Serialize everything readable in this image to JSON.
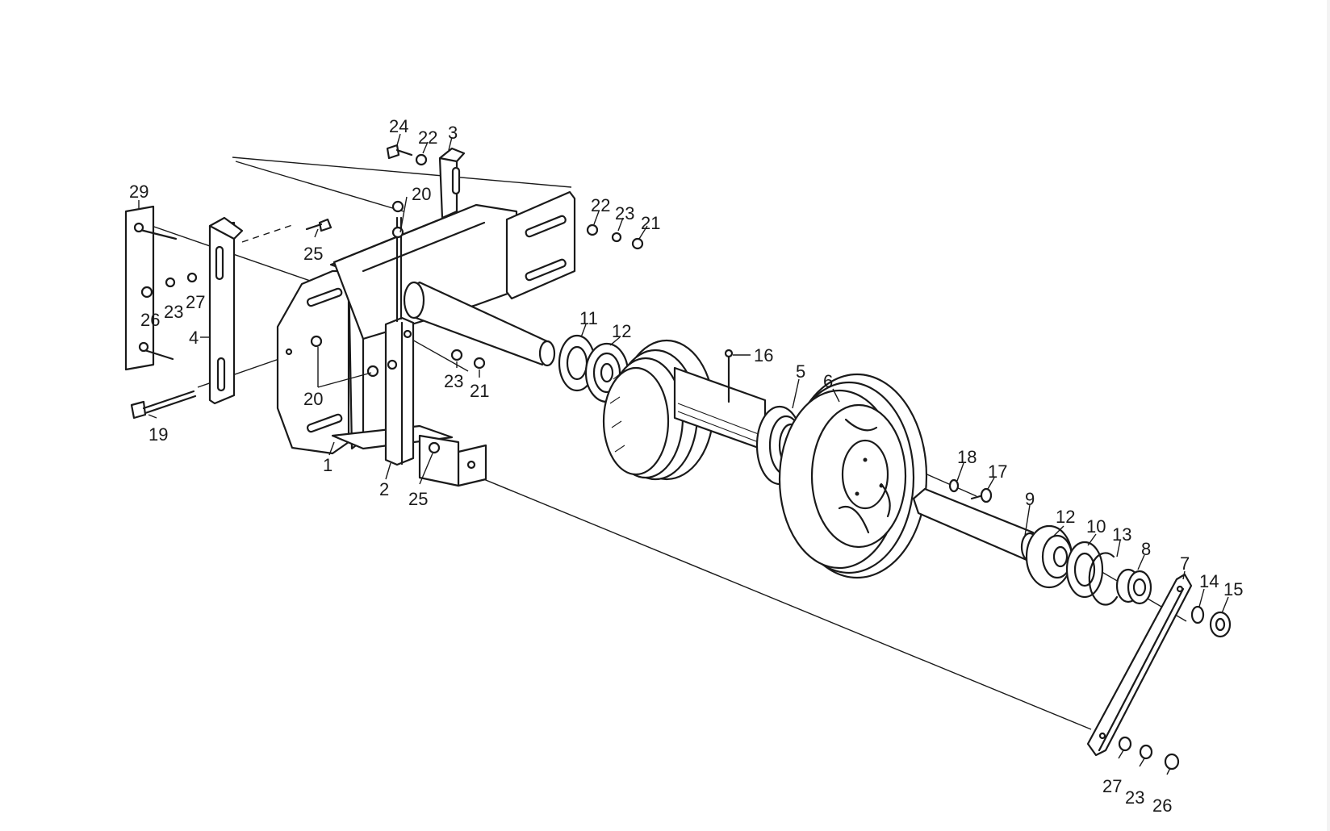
{
  "callouts": [
    {
      "id": "c-29",
      "num": "29"
    },
    {
      "id": "c-24",
      "num": "24"
    },
    {
      "id": "c-22a",
      "num": "22"
    },
    {
      "id": "c-3",
      "num": "3"
    },
    {
      "id": "c-20a",
      "num": "20"
    },
    {
      "id": "c-22b",
      "num": "22"
    },
    {
      "id": "c-23a",
      "num": "23"
    },
    {
      "id": "c-21a",
      "num": "21"
    },
    {
      "id": "c-25a",
      "num": "25"
    },
    {
      "id": "c-26a",
      "num": "26"
    },
    {
      "id": "c-23b",
      "num": "23"
    },
    {
      "id": "c-27a",
      "num": "27"
    },
    {
      "id": "c-4",
      "num": "4"
    },
    {
      "id": "c-20b",
      "num": "20"
    },
    {
      "id": "c-19",
      "num": "19"
    },
    {
      "id": "c-1",
      "num": "1"
    },
    {
      "id": "c-2",
      "num": "2"
    },
    {
      "id": "c-25b",
      "num": "25"
    },
    {
      "id": "c-23c",
      "num": "23"
    },
    {
      "id": "c-21b",
      "num": "21"
    },
    {
      "id": "c-11",
      "num": "11"
    },
    {
      "id": "c-12a",
      "num": "12"
    },
    {
      "id": "c-16",
      "num": "16"
    },
    {
      "id": "c-5",
      "num": "5"
    },
    {
      "id": "c-6",
      "num": "6"
    },
    {
      "id": "c-18",
      "num": "18"
    },
    {
      "id": "c-17",
      "num": "17"
    },
    {
      "id": "c-9",
      "num": "9"
    },
    {
      "id": "c-12b",
      "num": "12"
    },
    {
      "id": "c-10",
      "num": "10"
    },
    {
      "id": "c-13",
      "num": "13"
    },
    {
      "id": "c-8",
      "num": "8"
    },
    {
      "id": "c-7",
      "num": "7"
    },
    {
      "id": "c-14",
      "num": "14"
    },
    {
      "id": "c-15",
      "num": "15"
    },
    {
      "id": "c-27b",
      "num": "27"
    },
    {
      "id": "c-23d",
      "num": "23"
    },
    {
      "id": "c-26b",
      "num": "26"
    }
  ]
}
